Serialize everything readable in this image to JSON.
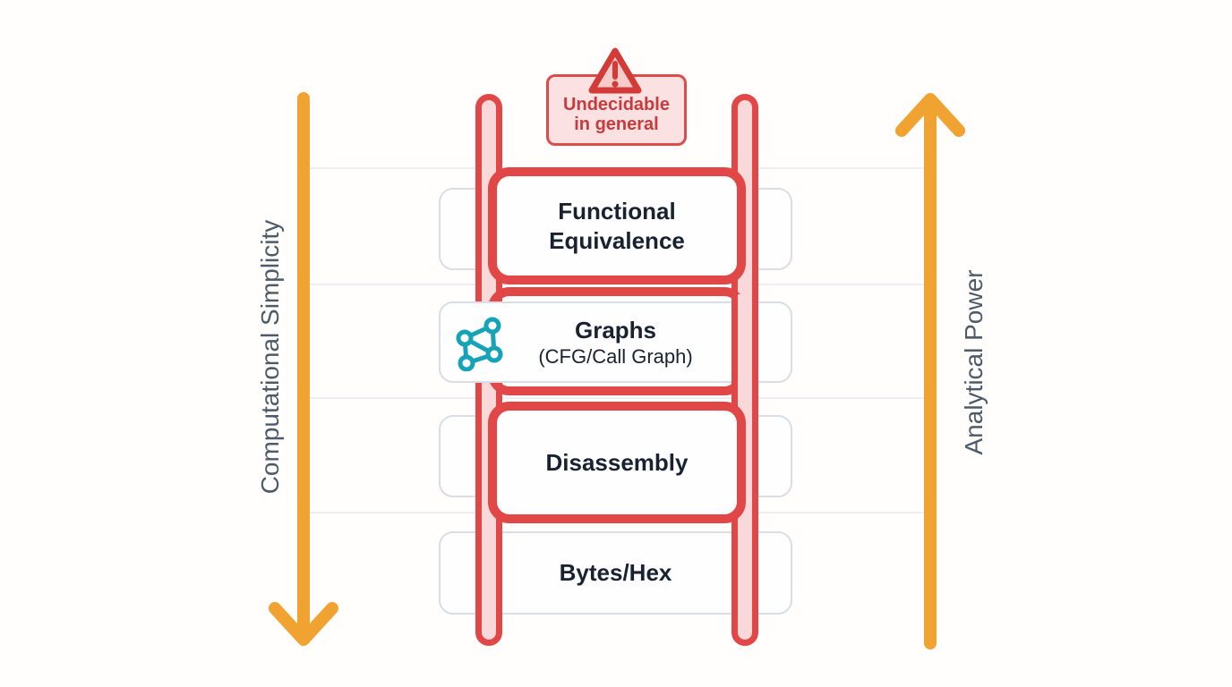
{
  "warning_box": {
    "line1": "Undecidable",
    "line2": "in general"
  },
  "rungs": {
    "functional": {
      "line1": "Functional",
      "line2": "Equivalence"
    },
    "graphs": {
      "line1": "Graphs",
      "line2": "(CFG/Call Graph)"
    },
    "disassembly": {
      "label": "Disassembly"
    },
    "bytes": {
      "label": "Bytes/Hex"
    }
  },
  "axes": {
    "left": {
      "label": "Computational Simplicity",
      "direction": "down"
    },
    "right": {
      "label": "Analytical Power",
      "direction": "up"
    }
  },
  "icons": {
    "warning": "warning-triangle-icon",
    "graph": "graph-network-icon",
    "left_arrow": "down-arrow-icon",
    "right_arrow": "up-arrow-icon"
  },
  "colors": {
    "ladder_red": "#e24747",
    "ladder_pink_fill": "#f8d8d8",
    "warning_bg": "#fbe1e1",
    "warning_border": "#dd4b4b",
    "warning_text": "#c93a3c",
    "slot_border": "#d9dee6",
    "arrow_orange": "#f0a331",
    "icon_teal": "#16a3b8",
    "text_dark": "#182230",
    "axis_text": "#4d5a69",
    "background": "#fffefc"
  }
}
